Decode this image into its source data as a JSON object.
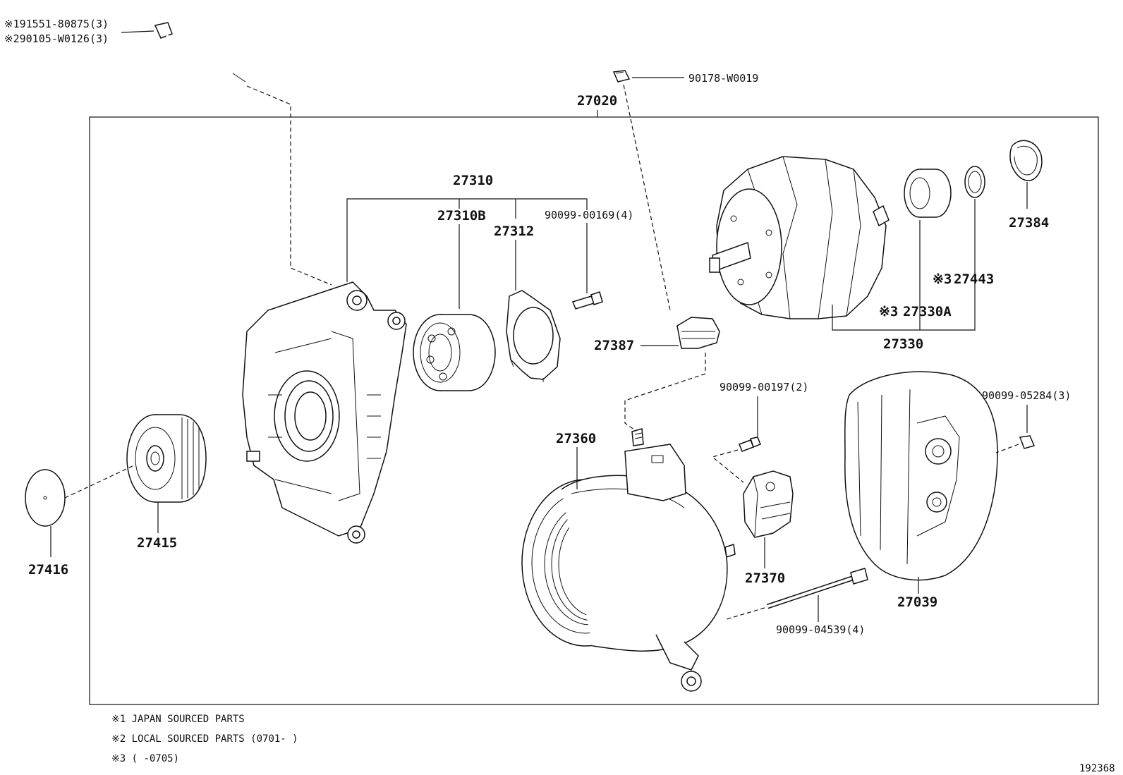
{
  "callouts": {
    "bolt_a": "※191551-80875(3)",
    "bolt_b": "※290105-W0126(3)",
    "p90178": "90178-W0019",
    "p27020": "27020",
    "p27310": "27310",
    "p27310b": "27310B",
    "p27312": "27312",
    "p90099_00169": "90099-00169(4)",
    "p27384": "27384",
    "p27443_mark": "※3",
    "p27443": "27443",
    "p27330a_mark": "※3",
    "p27330a": "27330A",
    "p27330": "27330",
    "p27387": "27387",
    "p90099_00197": "90099-00197(2)",
    "p90099_05284": "90099-05284(3)",
    "p27360": "27360",
    "p27415": "27415",
    "p27416": "27416",
    "p27370": "27370",
    "p27039": "27039",
    "p90099_04539": "90099-04539(4)"
  },
  "notes": {
    "n1": "※1 JAPAN SOURCED PARTS",
    "n2": "※2 LOCAL SOURCED PARTS (0701-    )",
    "n3": "※3 (     -0705)"
  },
  "figure_id": "192368"
}
